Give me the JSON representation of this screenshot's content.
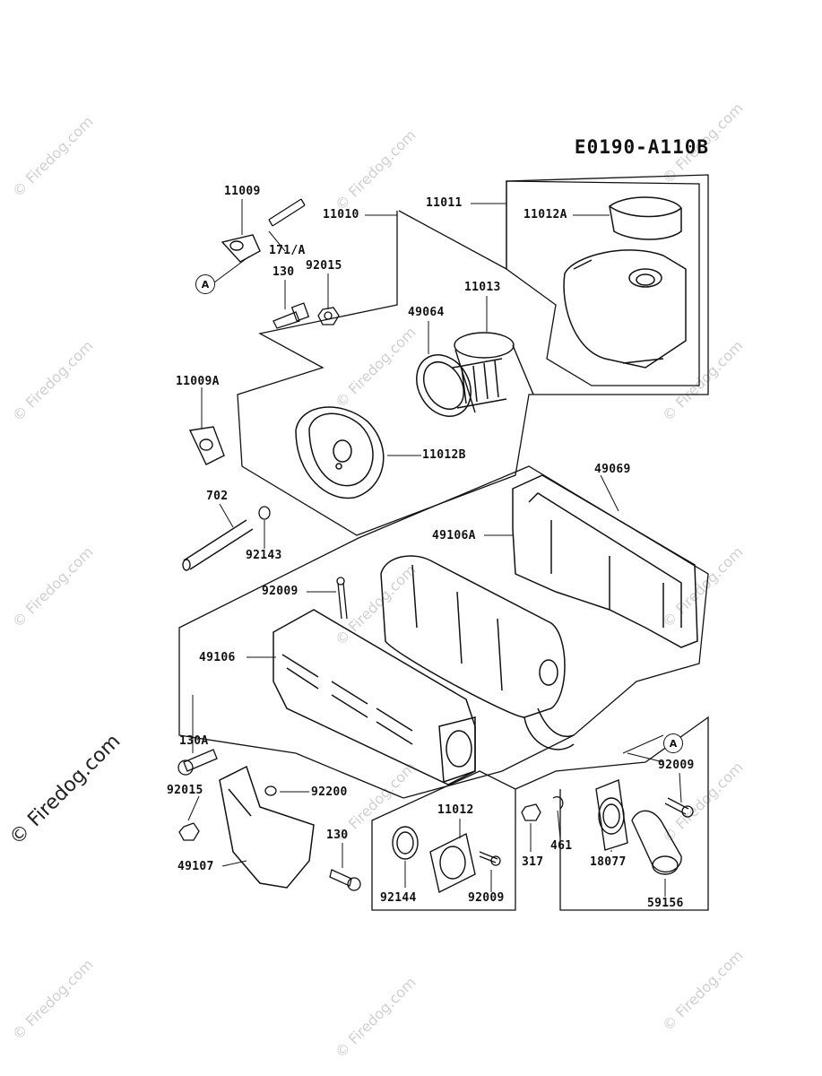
{
  "diagram": {
    "title": "E0190-A110B",
    "watermark": "© Firedog.com",
    "marker_label": "A",
    "labels": {
      "p11009": "11009",
      "p171A": "171/A",
      "p130_top": "130",
      "p92015_top": "92015",
      "p11010": "11010",
      "p11011": "11011",
      "p11012A": "11012A",
      "p11013": "11013",
      "p49064": "49064",
      "p11009A": "11009A",
      "p11012B": "11012B",
      "p702": "702",
      "p92143": "92143",
      "p49069": "49069",
      "p49106A": "49106A",
      "p92009_mid": "92009",
      "p49106": "49106",
      "p130A": "130A",
      "p92015_bot": "92015",
      "p92200": "92200",
      "p130_bot": "130",
      "p49107": "49107",
      "p11012": "11012",
      "p92144": "92144",
      "p92009_low": "92009",
      "p317": "317",
      "p461": "461",
      "p18077": "18077",
      "p59156": "59156",
      "p92009_right": "92009"
    }
  }
}
